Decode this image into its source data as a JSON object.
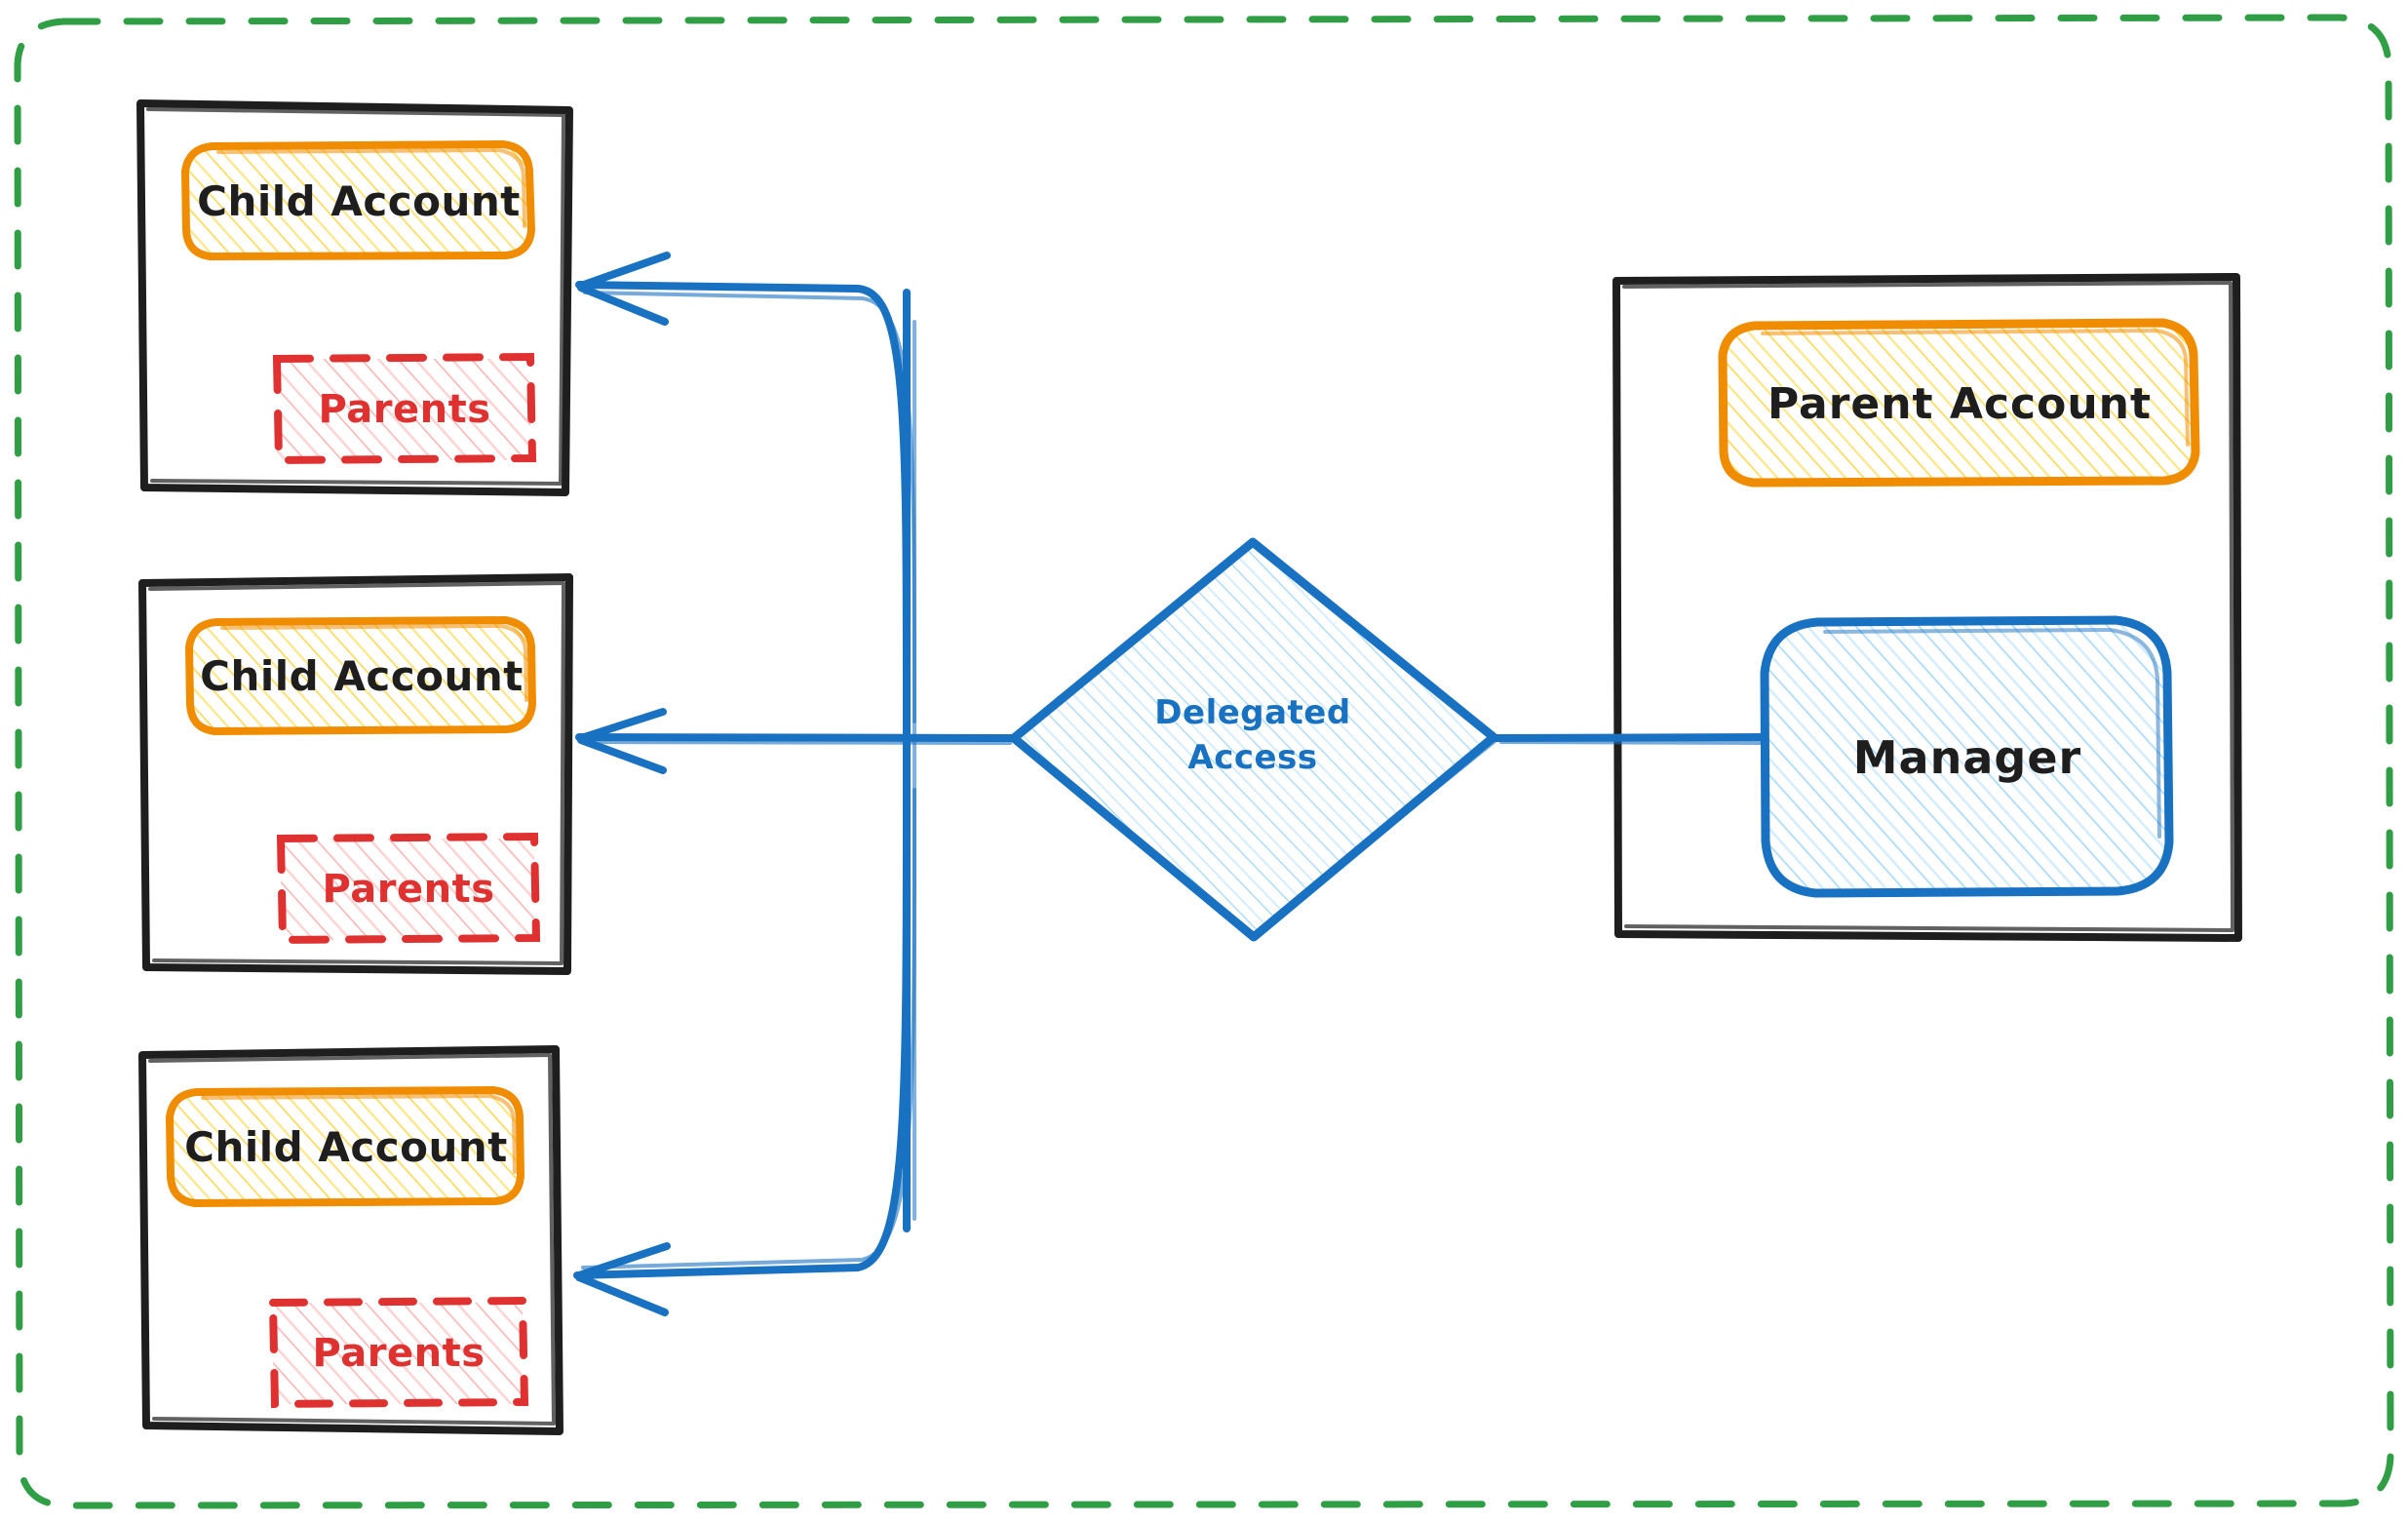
{
  "diagram": {
    "title": "Delegated Access",
    "style": "hand-drawn sketch",
    "colors": {
      "frame_green": "#2f9e44",
      "container_black": "#1e1e1e",
      "account_orange": "#f08c00",
      "account_fill": "#ffec99",
      "parents_red": "#e03131",
      "parents_fill": "#ffc9c9",
      "link_blue": "#1971c2",
      "manager_fill": "#a5d8ff",
      "background": "#ffffff"
    },
    "outer_frame": {
      "name": "boundary",
      "border": "green-dashed-rounded"
    },
    "left_column": {
      "containers": [
        {
          "name": "child-account-container-1",
          "account_label": "Child Account",
          "parents_label": "Parents"
        },
        {
          "name": "child-account-container-2",
          "account_label": "Child Account",
          "parents_label": "Parents"
        },
        {
          "name": "child-account-container-3",
          "account_label": "Child Account",
          "parents_label": "Parents"
        }
      ]
    },
    "center": {
      "decision_label_line1": "Delegated",
      "decision_label_line2": "Access",
      "decision_label": "Delegated Access",
      "shape": "diamond"
    },
    "right_column": {
      "container_name": "parent-account-container",
      "parent_account_label": "Parent Account",
      "manager_label": "Manager"
    },
    "connections": [
      {
        "from": "Manager",
        "to": "Delegated Access",
        "arrow": false
      },
      {
        "from": "Delegated Access",
        "to": "Child Account 1",
        "arrow": true
      },
      {
        "from": "Delegated Access",
        "to": "Child Account 2",
        "arrow": true
      },
      {
        "from": "Delegated Access",
        "to": "Child Account 3",
        "arrow": true
      }
    ]
  }
}
